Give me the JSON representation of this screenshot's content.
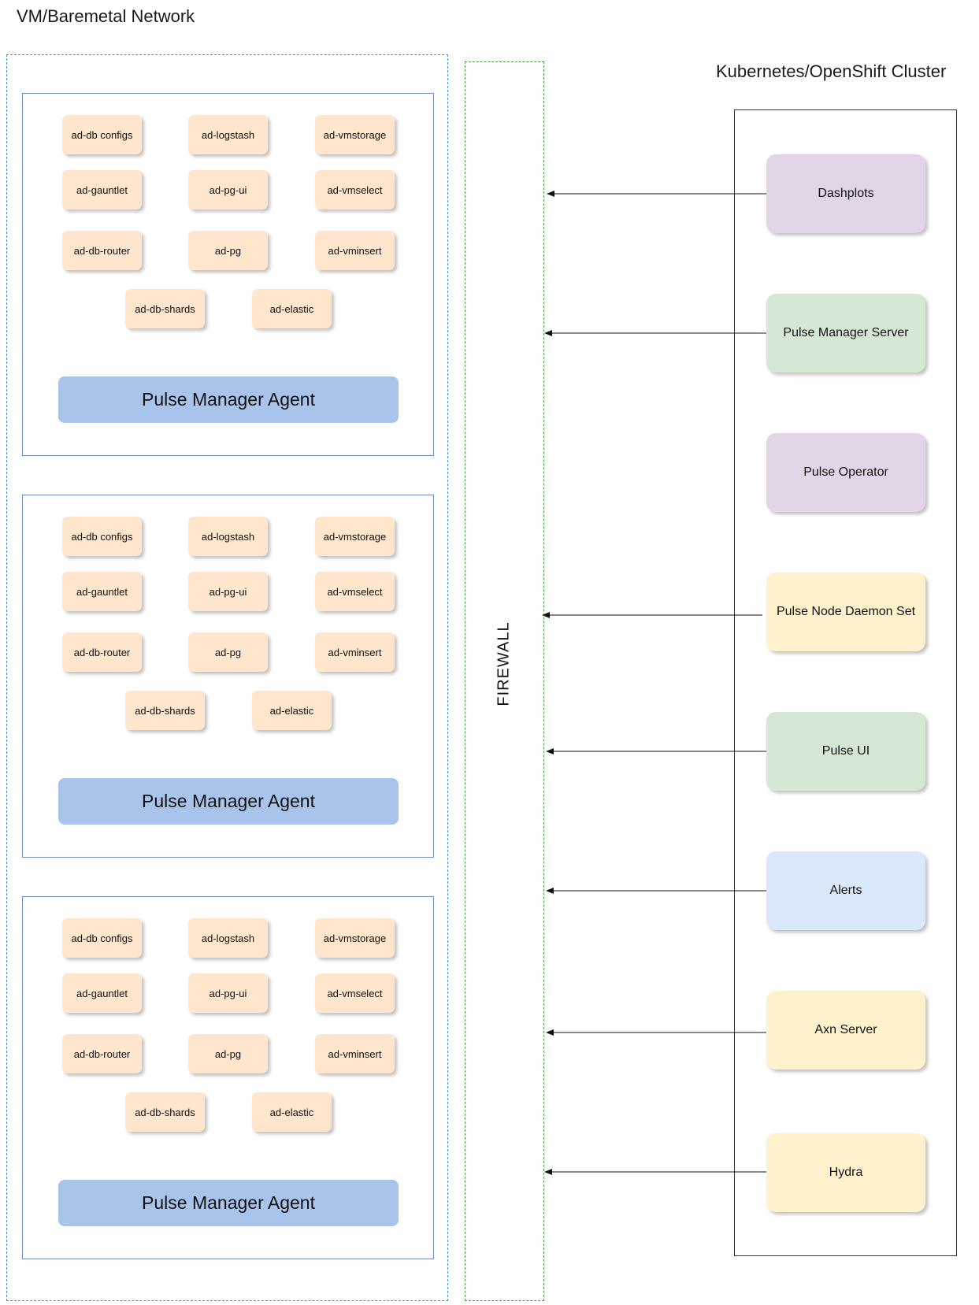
{
  "vm_network": {
    "title": "VM/Baremetal Network",
    "hosts": [
      {
        "services": [
          "ad-db configs",
          "ad-logstash",
          "ad-vmstorage",
          "ad-gauntlet",
          "ad-pg-ui",
          "ad-vmselect",
          "ad-db-router",
          "ad-pg",
          "ad-vminsert",
          "ad-db-shards",
          "ad-elastic"
        ],
        "agent": "Pulse Manager Agent"
      },
      {
        "services": [
          "ad-db configs",
          "ad-logstash",
          "ad-vmstorage",
          "ad-gauntlet",
          "ad-pg-ui",
          "ad-vmselect",
          "ad-db-router",
          "ad-pg",
          "ad-vminsert",
          "ad-db-shards",
          "ad-elastic"
        ],
        "agent": "Pulse Manager Agent"
      },
      {
        "services": [
          "ad-db configs",
          "ad-logstash",
          "ad-vmstorage",
          "ad-gauntlet",
          "ad-pg-ui",
          "ad-vmselect",
          "ad-db-router",
          "ad-pg",
          "ad-vminsert",
          "ad-db-shards",
          "ad-elastic"
        ],
        "agent": "Pulse Manager Agent"
      }
    ]
  },
  "firewall": {
    "label": "FIREWALL"
  },
  "cluster": {
    "title": "Kubernetes/OpenShift Cluster",
    "components": [
      {
        "label": "Dashplots",
        "color": "#e1d5e7",
        "arrow_to_firewall": true
      },
      {
        "label": "Pulse Manager Server",
        "color": "#d5e8d4",
        "arrow_to_firewall": true
      },
      {
        "label": "Pulse Operator",
        "color": "#e1d5e7",
        "arrow_to_firewall": false
      },
      {
        "label": "Pulse Node Daemon Set",
        "color": "#fff2cc",
        "arrow_to_firewall": true
      },
      {
        "label": "Pulse UI",
        "color": "#d5e8d4",
        "arrow_to_firewall": true
      },
      {
        "label": "Alerts",
        "color": "#dae8fc",
        "arrow_to_firewall": true
      },
      {
        "label": "Axn Server",
        "color": "#fff2cc",
        "arrow_to_firewall": true
      },
      {
        "label": "Hydra",
        "color": "#fff2cc",
        "arrow_to_firewall": true
      }
    ]
  }
}
